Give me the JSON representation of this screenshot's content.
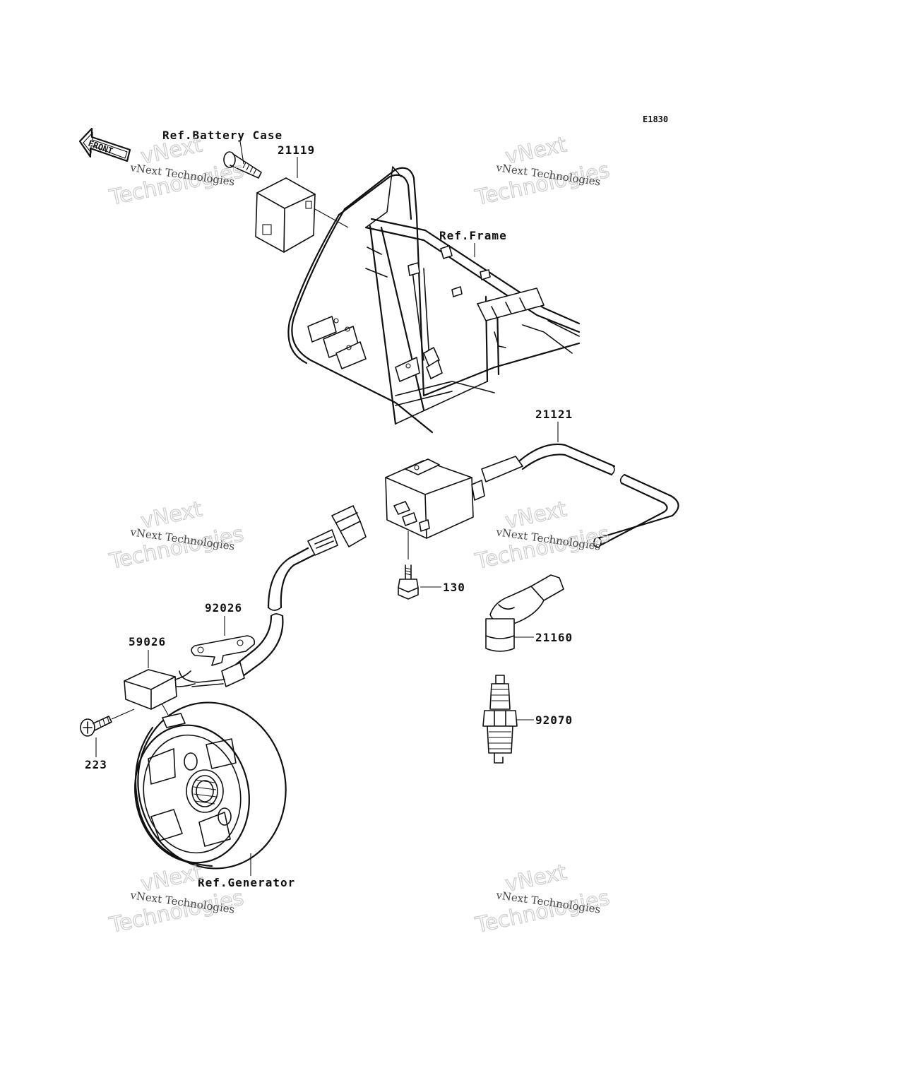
{
  "diagram_code": "E1830",
  "front_label": "FRONT",
  "watermark": {
    "line1": "vNext Technologies",
    "line2": "Technologies",
    "line3": "vNext"
  },
  "parts": {
    "p21119": "21119",
    "p21121": "21121",
    "p130": "130",
    "p92026": "92026",
    "p59026": "59026",
    "p21160": "21160",
    "p92070": "92070",
    "p223": "223"
  },
  "refs": {
    "battery_case": "Ref.Battery Case",
    "frame": "Ref.Frame",
    "generator": "Ref.Generator"
  }
}
